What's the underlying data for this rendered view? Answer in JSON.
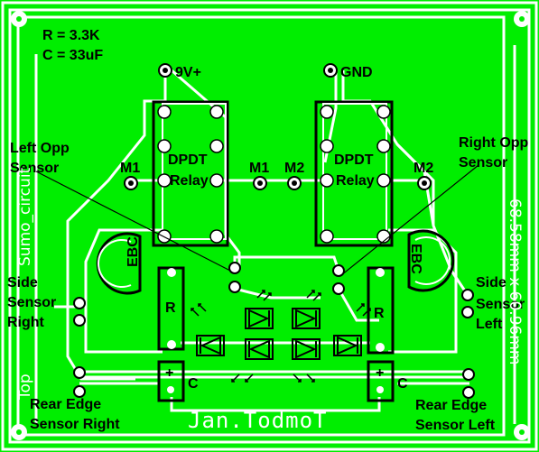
{
  "board": {
    "params": [
      "R = 3.3K",
      "C = 33uF"
    ],
    "power": {
      "positive": "9V+",
      "ground": "GND"
    },
    "relays": [
      {
        "title": "DPDT",
        "subtitle": "Relay"
      },
      {
        "title": "DPDT",
        "subtitle": "Relay"
      }
    ],
    "motor_pins": [
      "M1",
      "M1",
      "M2",
      "M2"
    ],
    "transistor_pins": "EBC",
    "resistor": "R",
    "capacitor": "C",
    "plus": "+",
    "sensors": {
      "left_opp": [
        "Left Opp",
        "Sensor"
      ],
      "right_opp": [
        "Right Opp",
        "Sensor"
      ],
      "side_right": [
        "Side",
        "Sensor",
        "Right"
      ],
      "side_left": [
        "Side",
        "Sensor",
        "Left"
      ],
      "rear_right": [
        "Rear Edge",
        "Sensor Right"
      ],
      "rear_left": [
        "Rear Edge",
        "Sensor Left"
      ]
    },
    "side_text_left": "Top",
    "side_text_left_2": "Sumo_circuit",
    "side_text_right": "68.58mm x 60.96mm",
    "signature": "Jan.TodmoT"
  }
}
